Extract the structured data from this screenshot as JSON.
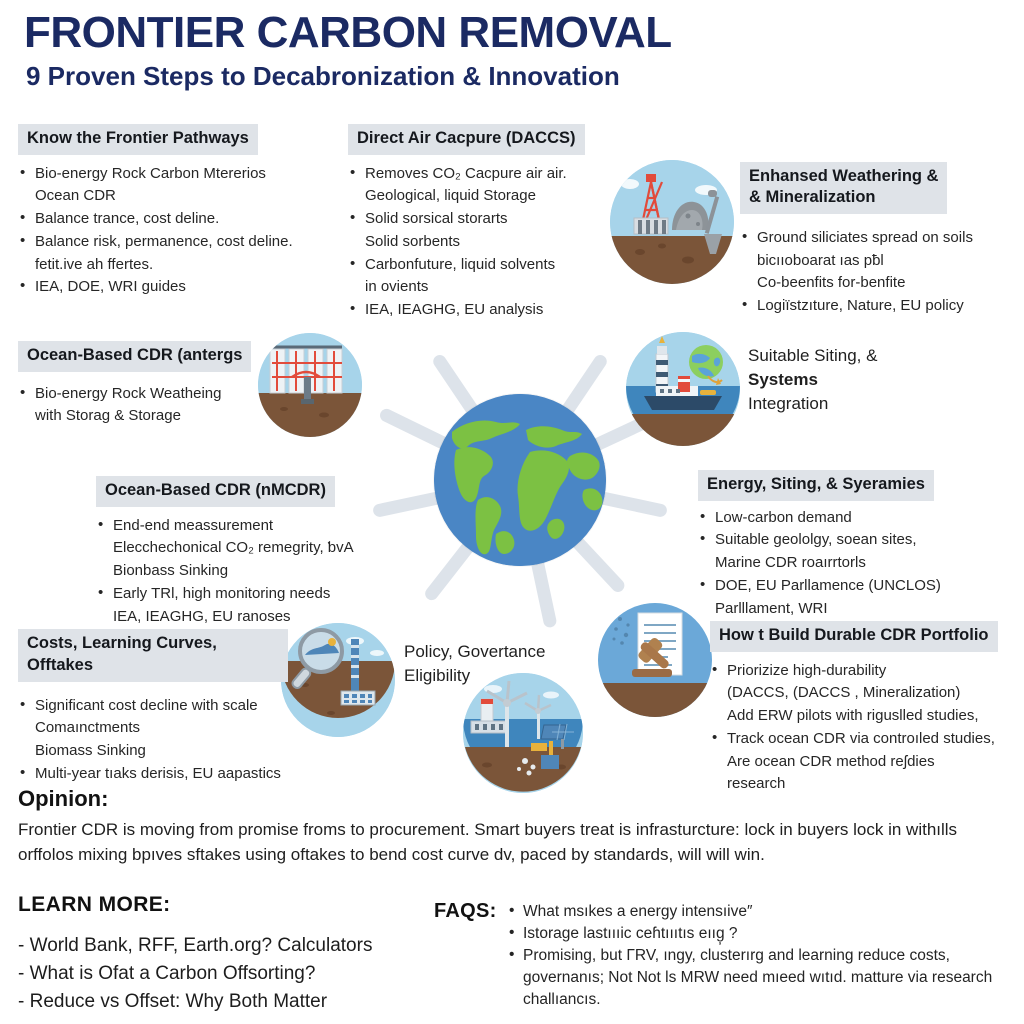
{
  "header": {
    "title": "FRONTIER CARBON REMOVAL",
    "subtitle": "9 Proven Steps to Decabronization & Innovation",
    "title_color": "#1b2a63"
  },
  "palette": {
    "header_band": "#dfe3e8",
    "spoke": "#dde3ea",
    "globe_ocean": "#4a86c5",
    "globe_land": "#7cc143",
    "icon_sky": "#9fd0ea",
    "icon_soil": "#7b5539",
    "icon_sea": "#2f6aa0"
  },
  "blocks": [
    {
      "id": "know-the-frontier-pathways",
      "heading": "Know the Frontier Pathways",
      "banded": true,
      "lines": [
        {
          "bullet": true,
          "text": "Bio-energy Rock Carbon Mtererios"
        },
        {
          "bullet": false,
          "text": "Ocean CDR"
        },
        {
          "bullet": true,
          "text": "Balance trance, cost deline."
        },
        {
          "bullet": true,
          "text": "Balance risk, permanence, cost deline."
        },
        {
          "bullet": false,
          "text": "fetit.ive ah ffertes."
        },
        {
          "bullet": true,
          "text": "IEA, DOE, WRI guides"
        }
      ]
    },
    {
      "id": "direct-air-capture",
      "heading": "Direct Air Cacpure (DACCS)",
      "banded": true,
      "lines": [
        {
          "bullet": true,
          "text": "Removes CO₂ Cacpure air air."
        },
        {
          "bullet": false,
          "text": "Geological, liquid Storage"
        },
        {
          "bullet": true,
          "text": "Solid sorsical storarts"
        },
        {
          "bullet": false,
          "text": "Solid sorbents"
        },
        {
          "bullet": true,
          "text": "Carbonfuture, liquid solvents"
        },
        {
          "bullet": false,
          "text": "in ovients"
        },
        {
          "bullet": true,
          "text": "IEA, IEAGHG, EU analysis"
        }
      ]
    },
    {
      "id": "enhanced-weathering-mineralization",
      "heading": "Enhansed Weathering &\n& Mineralization",
      "heading_line1": "Enhansed Weathering &",
      "heading_line2": "& Mineralization",
      "banded": true,
      "lines": [
        {
          "bullet": true,
          "text": "Ground siliciates spread on soils"
        },
        {
          "bullet": false,
          "text": "bicııoboarat ıas pƀl"
        },
        {
          "bullet": false,
          "text": "Co-beenfits for-benfite"
        },
        {
          "bullet": true,
          "text": "Logiïstzıture, Nature, EU policy"
        }
      ]
    },
    {
      "id": "ocean-based-cdr-antergs",
      "heading": "Ocean-Based CDR (antergs",
      "banded": true,
      "lines": [
        {
          "bullet": true,
          "text": "Bio-energy Rock Weatheing"
        },
        {
          "bullet": false,
          "text": "with Storag & Storage"
        }
      ]
    },
    {
      "id": "suitable-siting-systems-integration",
      "heading": "Suitable Siting, &",
      "banded": false,
      "plain_lines": [
        "Suitable Siting, &",
        "Systems",
        "Integration"
      ],
      "lines": []
    },
    {
      "id": "ocean-based-cdr-nmcdr",
      "heading": "Ocean-Based CDR (nMCDR)",
      "banded": true,
      "lines": [
        {
          "bullet": true,
          "text": "End-end meassurement"
        },
        {
          "bullet": false,
          "text": "Elecchechonical CO₂ remegrity, ƅvA"
        },
        {
          "bullet": false,
          "text": "Bionbass Sinking"
        },
        {
          "bullet": true,
          "text": "Early TRl, high monitoring needs"
        },
        {
          "bullet": false,
          "text": "IEA, IEAGHG, EU ranoses"
        }
      ]
    },
    {
      "id": "energy-siting-syeramies",
      "heading": "Energy, Siting, & Syeramies",
      "banded": true,
      "lines": [
        {
          "bullet": true,
          "text": "Low-carbon demand"
        },
        {
          "bullet": true,
          "text": "Suitable geololgy, soean sites,"
        },
        {
          "bullet": false,
          "text": "Marine CDR roaırrtorls"
        },
        {
          "bullet": true,
          "text": "DOE, EU Parllamence (UNCLOS)"
        },
        {
          "bullet": false,
          "text": "Parlllament, WRI"
        }
      ]
    },
    {
      "id": "costs-learning-curves-offtakes",
      "heading": "Costs, Learning Curves, Offtakes",
      "banded": true,
      "lines": [
        {
          "bullet": true,
          "text": "Significant cost decline with scale"
        },
        {
          "bullet": false,
          "text": "Comaınctments"
        },
        {
          "bullet": false,
          "text": "Biomass Sinking"
        },
        {
          "bullet": true,
          "text": "Multi-year tıaks derisis, EU aapastics"
        }
      ]
    },
    {
      "id": "policy-governance-eligibility",
      "heading": "Policy, Govertance",
      "banded": false,
      "plain_lines": [
        "Policy, Govertance",
        "Eligibility"
      ],
      "lines": []
    },
    {
      "id": "how-to-build-durable-cdr-portfolio",
      "heading": "How t Build Durable CDR Portfolio",
      "banded": true,
      "lines": [
        {
          "bullet": true,
          "text": "Priorizize high-durability"
        },
        {
          "bullet": false,
          "text": "(DACCS, (DACCS , Mineralization)"
        },
        {
          "bullet": false,
          "text": "Add ERW pilots with riguslled studies,"
        },
        {
          "bullet": true,
          "text": "Track ocean CDR via controıled studies,"
        },
        {
          "bullet": false,
          "text": "Are ocean CDR method reʃdies"
        },
        {
          "bullet": false,
          "text": "research"
        }
      ]
    }
  ],
  "icons": [
    {
      "id": "drilling-rig-rocks-shovel-icon",
      "name": "drilling-rig-icon"
    },
    {
      "id": "daccs-plant-icon",
      "name": "direct-air-capture-plant-icon"
    },
    {
      "id": "lighthouse-ship-globe-icon",
      "name": "marine-shipping-icon"
    },
    {
      "id": "magnifier-monitoring-icon",
      "name": "monitoring-analysis-icon"
    },
    {
      "id": "offshore-wind-solar-icon",
      "name": "renewable-energy-icon"
    },
    {
      "id": "gavel-document-icon",
      "name": "policy-gavel-icon"
    }
  ],
  "opinion": {
    "label": "Opinion:",
    "body": "Frontier CDR is moving from promise froms to procurement. Smart buyers treat is infrasturcture: lock in buyers lock in withılls orffolos mixing bpıves sftakes using oftakes to bend cost curve dv, paced by standards, will will win."
  },
  "learn_more": {
    "label": "LEARN MORE:",
    "items": [
      "- World Bank, RFF, Earth.org? Calculators",
      "- What is Ofat a Carbon Offsorting?",
      "- Reduce vs Offset: Why Both Matter"
    ]
  },
  "faqs": {
    "label": "FAQS:",
    "items": [
      {
        "bullet": true,
        "text": "What msıkes a energy intensıive″"
      },
      {
        "bullet": true,
        "text": "Istorage lastıııic ceɦtıııtıs eııg̦ ?"
      },
      {
        "bullet": true,
        "text": "Promising, but ΓRV, ıngy, clusterırg and learning reduce costs,"
      },
      {
        "bullet": false,
        "text": "governanıs; Not Not ls MRW need mıeed wıtıd. matture via research"
      },
      {
        "bullet": false,
        "text": "challıancıs."
      }
    ]
  }
}
